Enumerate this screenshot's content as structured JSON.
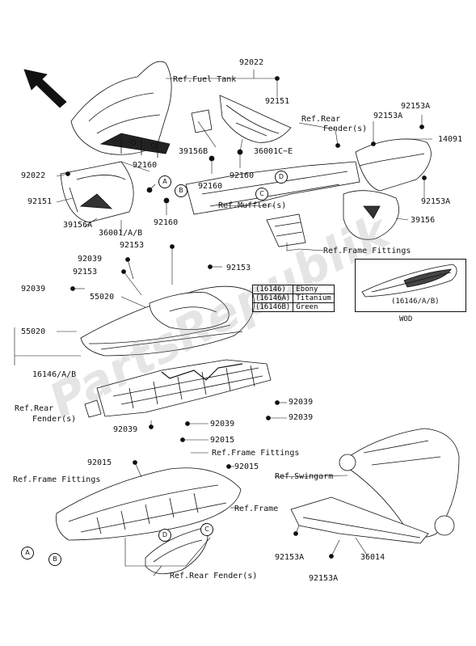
{
  "watermark": "PartsRepublik",
  "inset_label": "WOD",
  "legend": [
    {
      "code": "(16146)",
      "color": "Ebony"
    },
    {
      "code": "(16146A)",
      "color": "Titanium"
    },
    {
      "code": "(16146B)",
      "color": "Green"
    }
  ],
  "labels": {
    "p92022_top": "92022",
    "ref_fuel_tank": "Ref.Fuel Tank",
    "p92151_top": "92151",
    "ref_rear_fender_top_1": "Ref.Rear",
    "ref_rear_fender_top_2": "Fender(s)",
    "p92153a_1": "92153A",
    "p92153a_2": "92153A",
    "p14091": "14091",
    "p39156b": "39156B",
    "p36001ce": "36001C~E",
    "p92022_left": "92022",
    "p92160_a": "92160",
    "p92160_b": "92160",
    "p92160_c": "92160",
    "p92151_left": "92151",
    "p39156a": "39156A",
    "p36001ab": "36001/A/B",
    "p92160_d": "92160",
    "p92153a_3": "92153A",
    "ref_muffler": "Ref.Muffler(s)",
    "p39156": "39156",
    "p92153_top": "92153",
    "ref_frame_fittings_1": "Ref.Frame Fittings",
    "p92039_1": "92039",
    "p92153_2": "92153",
    "p92153_3": "92153",
    "p92039_2": "92039",
    "p55020_1": "55020",
    "p55020_2": "55020",
    "p16146ab_left": "16146/A/B",
    "p16146ab_inset": "(16146/A/B)",
    "ref_rear_fender_mid_1": "Ref.Rear",
    "ref_rear_fender_mid_2": "Fender(s)",
    "p92039_3": "92039",
    "p92039_4": "92039",
    "p92039_5": "92039",
    "p92039_6": "92039",
    "p92015_1": "92015",
    "ref_frame_fittings_2": "Ref.Frame Fittings",
    "p92015_2": "92015",
    "p92015_3": "92015",
    "ref_frame_fittings_3": "Ref.Frame Fittings",
    "ref_swingarm": "Ref.Swingarm",
    "ref_frame": "Ref.Frame",
    "p92153a_4": "92153A",
    "p36014": "36014",
    "p92153a_5": "92153A",
    "ref_rear_fender_bottom": "Ref.Rear Fender(s)"
  },
  "callouts": {
    "A": "A",
    "B": "B",
    "C": "C",
    "D": "D"
  }
}
